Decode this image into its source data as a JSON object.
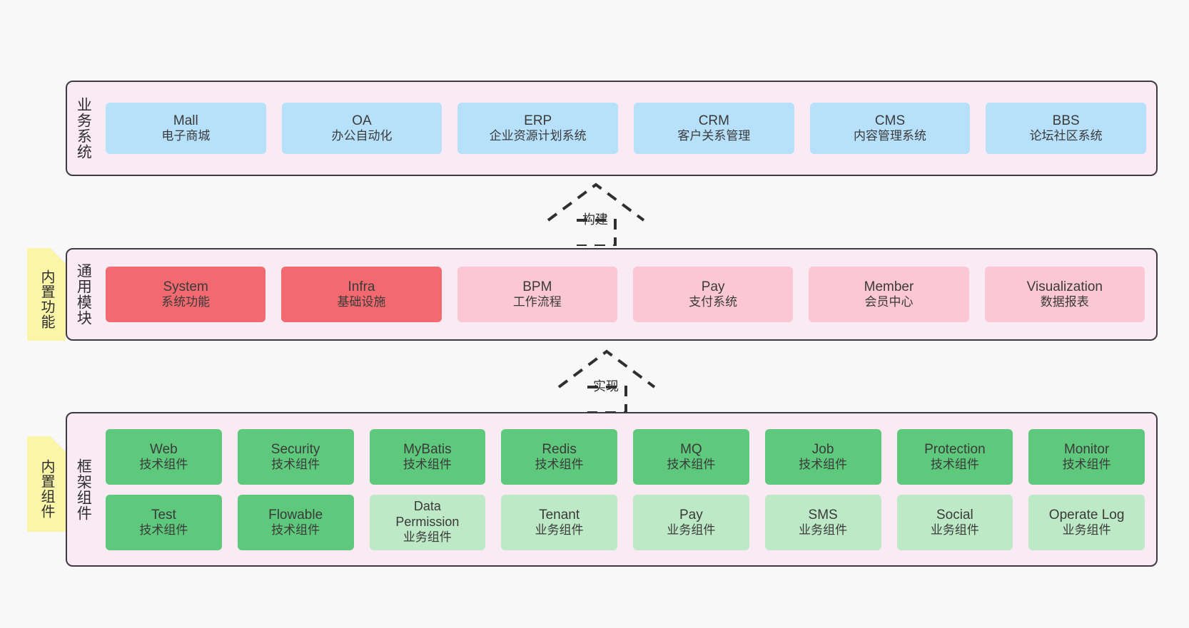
{
  "diagram": {
    "background_color": "#f8f8f8",
    "layer_fill": "#f9eaf4",
    "layer_border": "#3f3a42"
  },
  "layers": [
    {
      "id": "business",
      "title": "业务系统",
      "rows": [
        {
          "cards": [
            {
              "name": "Mall",
              "sub": "电子商城",
              "color": "#b7e0fb",
              "style": "c-blue"
            },
            {
              "name": "OA",
              "sub": "办公自动化",
              "color": "#b7e0fb",
              "style": "c-blue"
            },
            {
              "name": "ERP",
              "sub": "企业资源计划系统",
              "color": "#b7e0fb",
              "style": "c-blue"
            },
            {
              "name": "CRM",
              "sub": "客户关系管理",
              "color": "#b7e0fb",
              "style": "c-blue"
            },
            {
              "name": "CMS",
              "sub": "内容管理系统",
              "color": "#b7e0fb",
              "style": "c-blue"
            },
            {
              "name": "BBS",
              "sub": "论坛社区系统",
              "color": "#b7e0fb",
              "style": "c-blue"
            }
          ]
        }
      ]
    },
    {
      "id": "common",
      "title": "通用模块",
      "note": "内置功能",
      "rows": [
        {
          "cards": [
            {
              "name": "System",
              "sub": "系统功能",
              "color": "#f26a6f",
              "style": "c-red"
            },
            {
              "name": "Infra",
              "sub": "基础设施",
              "color": "#f26a6f",
              "style": "c-red"
            },
            {
              "name": "BPM",
              "sub": "工作流程",
              "color": "#fbc7d4",
              "style": "c-pink"
            },
            {
              "name": "Pay",
              "sub": "支付系统",
              "color": "#fbc7d4",
              "style": "c-pink"
            },
            {
              "name": "Member",
              "sub": "会员中心",
              "color": "#fbc7d4",
              "style": "c-pink"
            },
            {
              "name": "Visualization",
              "sub": "数据报表",
              "color": "#fbc7d4",
              "style": "c-pink"
            }
          ]
        }
      ]
    },
    {
      "id": "frame",
      "title": "框架组件",
      "note": "内置组件",
      "rows": [
        {
          "cards": [
            {
              "name": "Web",
              "sub": "技术组件",
              "color": "#5ec97c",
              "style": "c-green"
            },
            {
              "name": "Security",
              "sub": "技术组件",
              "color": "#5ec97c",
              "style": "c-green"
            },
            {
              "name": "MyBatis",
              "sub": "技术组件",
              "color": "#5ec97c",
              "style": "c-green"
            },
            {
              "name": "Redis",
              "sub": "技术组件",
              "color": "#5ec97c",
              "style": "c-green"
            },
            {
              "name": "MQ",
              "sub": "技术组件",
              "color": "#5ec97c",
              "style": "c-green"
            },
            {
              "name": "Job",
              "sub": "技术组件",
              "color": "#5ec97c",
              "style": "c-green"
            },
            {
              "name": "Protection",
              "sub": "技术组件",
              "color": "#5ec97c",
              "style": "c-green"
            },
            {
              "name": "Monitor",
              "sub": "技术组件",
              "color": "#5ec97c",
              "style": "c-green"
            }
          ]
        },
        {
          "cards": [
            {
              "name": "Test",
              "sub": "技术组件",
              "color": "#5ec97c",
              "style": "c-green"
            },
            {
              "name": "Flowable",
              "sub": "技术组件",
              "color": "#5ec97c",
              "style": "c-green"
            },
            {
              "name": "Data",
              "name2": "Permission",
              "sub": "业务组件",
              "color": "#bde9c6",
              "style": "c-green-light"
            },
            {
              "name": "Tenant",
              "sub": "业务组件",
              "color": "#bde9c6",
              "style": "c-green-light"
            },
            {
              "name": "Pay",
              "sub": "业务组件",
              "color": "#bde9c6",
              "style": "c-green-light"
            },
            {
              "name": "SMS",
              "sub": "业务组件",
              "color": "#bde9c6",
              "style": "c-green-light"
            },
            {
              "name": "Social",
              "sub": "业务组件",
              "color": "#bde9c6",
              "style": "c-green-light"
            },
            {
              "name": "Operate Log",
              "sub": "业务组件",
              "color": "#bde9c6",
              "style": "c-green-light"
            }
          ]
        }
      ]
    }
  ],
  "connectors": [
    {
      "id": "build",
      "label": "构建",
      "style": "dashed-generalization",
      "direction": "up"
    },
    {
      "id": "impl",
      "label": "实现",
      "style": "dashed-generalization",
      "direction": "up"
    }
  ],
  "notes": [
    {
      "id": "functions",
      "label": "内置功能",
      "color": "#fbf5a8"
    },
    {
      "id": "components",
      "label": "内置组件",
      "color": "#fbf5a8"
    }
  ]
}
